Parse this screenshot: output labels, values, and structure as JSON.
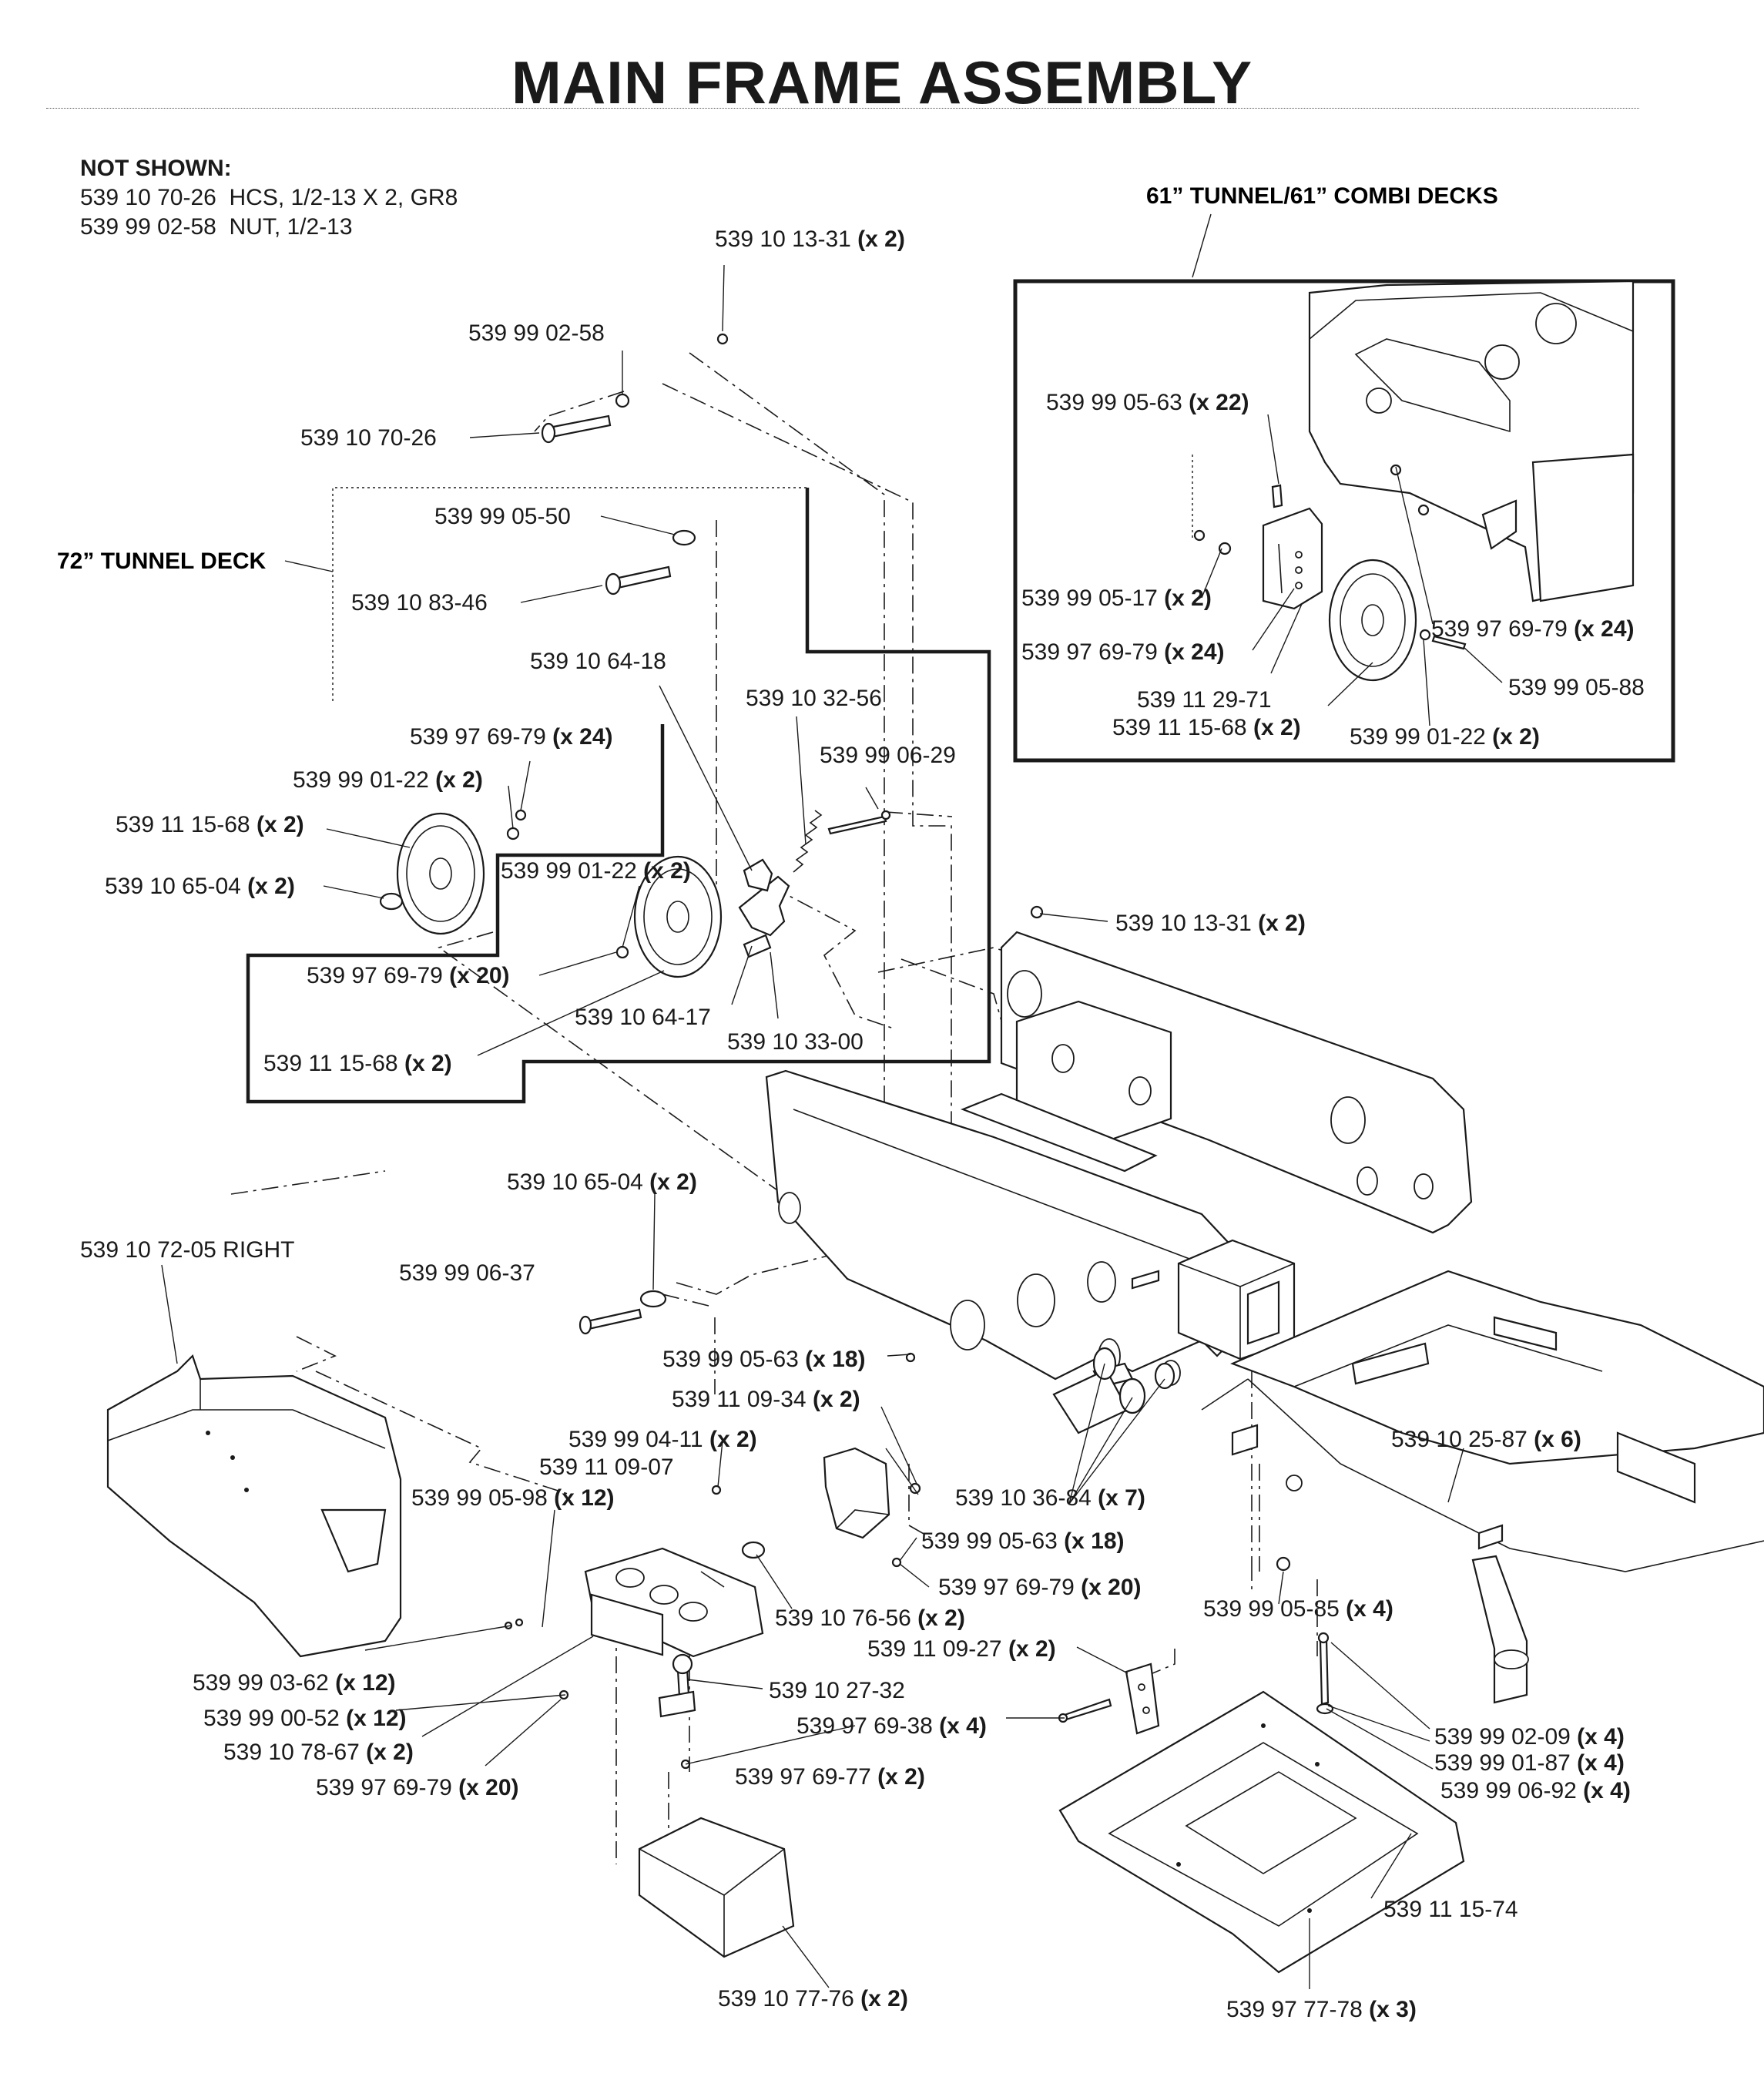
{
  "title": "MAIN FRAME ASSEMBLY",
  "not_shown": {
    "heading": "NOT SHOWN:",
    "lines": [
      "539 10 70-26  HCS, 1/2-13 X 2, GR8",
      "539 99 02-58  NUT, 1/2-13"
    ]
  },
  "groups": {
    "combi": "61” TUNNEL/61” COMBI DECKS",
    "tunnel72": "72” TUNNEL DECK"
  },
  "callouts": [
    {
      "id": "c01",
      "part": "539 10 13-31",
      "qty": "(x 2)"
    },
    {
      "id": "c02",
      "part": "539 99 02-58",
      "qty": ""
    },
    {
      "id": "c03",
      "part": "539 10 70-26",
      "qty": ""
    },
    {
      "id": "c04",
      "part": "539 99 05-50",
      "qty": ""
    },
    {
      "id": "c05",
      "part": "539 10 83-46",
      "qty": ""
    },
    {
      "id": "c06",
      "part": "539 10 64-18",
      "qty": ""
    },
    {
      "id": "c07",
      "part": "539 10 32-56",
      "qty": ""
    },
    {
      "id": "c08",
      "part": "539 99 06-29",
      "qty": ""
    },
    {
      "id": "c09",
      "part": "539 97 69-79",
      "qty": "(x 24)"
    },
    {
      "id": "c10",
      "part": "539 99 01-22",
      "qty": "(x 2)"
    },
    {
      "id": "c11",
      "part": "539 11 15-68",
      "qty": "(x 2)"
    },
    {
      "id": "c12",
      "part": "539 99 01-22",
      "qty": "(x 2)"
    },
    {
      "id": "c13",
      "part": "539 10 65-04",
      "qty": "(x 2)"
    },
    {
      "id": "c14",
      "part": "539 97 69-79",
      "qty": "(x 20)"
    },
    {
      "id": "c15",
      "part": "539 10 64-17",
      "qty": ""
    },
    {
      "id": "c16",
      "part": "539 10 33-00",
      "qty": ""
    },
    {
      "id": "c17",
      "part": "539 11 15-68",
      "qty": "(x 2)"
    },
    {
      "id": "c18",
      "part": "539 99 05-63",
      "qty": "(x 22)"
    },
    {
      "id": "c19",
      "part": "539 99 05-17",
      "qty": "(x 2)"
    },
    {
      "id": "c20",
      "part": "539 97 69-79",
      "qty": "(x 24)"
    },
    {
      "id": "c21",
      "part": "539 97 69-79",
      "qty": "(x 24)"
    },
    {
      "id": "c22",
      "part": "539 99 05-88",
      "qty": ""
    },
    {
      "id": "c23",
      "part": "539 11 29-71",
      "qty": ""
    },
    {
      "id": "c24",
      "part": "539 11 15-68",
      "qty": "(x 2)"
    },
    {
      "id": "c25",
      "part": "539 99 01-22",
      "qty": "(x 2)"
    },
    {
      "id": "c26",
      "part": "539 10 13-31",
      "qty": "(x 2)"
    },
    {
      "id": "c27",
      "part": "539 10 65-04",
      "qty": "(x 2)"
    },
    {
      "id": "c28",
      "part": "539 10 72-05 RIGHT",
      "qty": ""
    },
    {
      "id": "c29",
      "part": "539 99 06-37",
      "qty": ""
    },
    {
      "id": "c30",
      "part": "539 99 05-63",
      "qty": "(x 18)"
    },
    {
      "id": "c31",
      "part": "539 11 09-34",
      "qty": "(x 2)"
    },
    {
      "id": "c32",
      "part": "539 99 04-11",
      "qty": "(x 2)"
    },
    {
      "id": "c33",
      "part": "539 11 09-07",
      "qty": ""
    },
    {
      "id": "c34",
      "part": "539 99 05-98",
      "qty": "(x 12)"
    },
    {
      "id": "c35",
      "part": "539 10 36-84",
      "qty": "(x 7)"
    },
    {
      "id": "c36",
      "part": "539 99 05-63",
      "qty": "(x 18)"
    },
    {
      "id": "c37",
      "part": "539 97 69-79",
      "qty": "(x 20)"
    },
    {
      "id": "c38",
      "part": "539 10 76-56",
      "qty": "(x 2)"
    },
    {
      "id": "c39",
      "part": "539 10 25-87",
      "qty": "(x 6)"
    },
    {
      "id": "c40",
      "part": "539 99 05-85",
      "qty": "(x 4)"
    },
    {
      "id": "c41",
      "part": "539 11 09-27",
      "qty": "(x 2)"
    },
    {
      "id": "c42",
      "part": "539 99 03-62",
      "qty": "(x 12)"
    },
    {
      "id": "c43",
      "part": "539 99 00-52",
      "qty": "(x 12)"
    },
    {
      "id": "c44",
      "part": "539 10 78-67",
      "qty": "(x 2)"
    },
    {
      "id": "c45",
      "part": "539 97 69-79",
      "qty": "(x 20)"
    },
    {
      "id": "c46",
      "part": "539 10 27-32",
      "qty": ""
    },
    {
      "id": "c47",
      "part": "539 97 69-38",
      "qty": "(x 4)"
    },
    {
      "id": "c48",
      "part": "539 97 69-77",
      "qty": "(x 2)"
    },
    {
      "id": "c49",
      "part": "539 99 02-09",
      "qty": "(x 4)"
    },
    {
      "id": "c50",
      "part": "539 99 01-87",
      "qty": "(x 4)"
    },
    {
      "id": "c51",
      "part": "539 99 06-92",
      "qty": "(x 4)"
    },
    {
      "id": "c52",
      "part": "539 11 15-74",
      "qty": ""
    },
    {
      "id": "c53",
      "part": "539 10 77-76",
      "qty": "(x 2)"
    },
    {
      "id": "c54",
      "part": "539 97 77-78",
      "qty": "(x 3)"
    }
  ]
}
